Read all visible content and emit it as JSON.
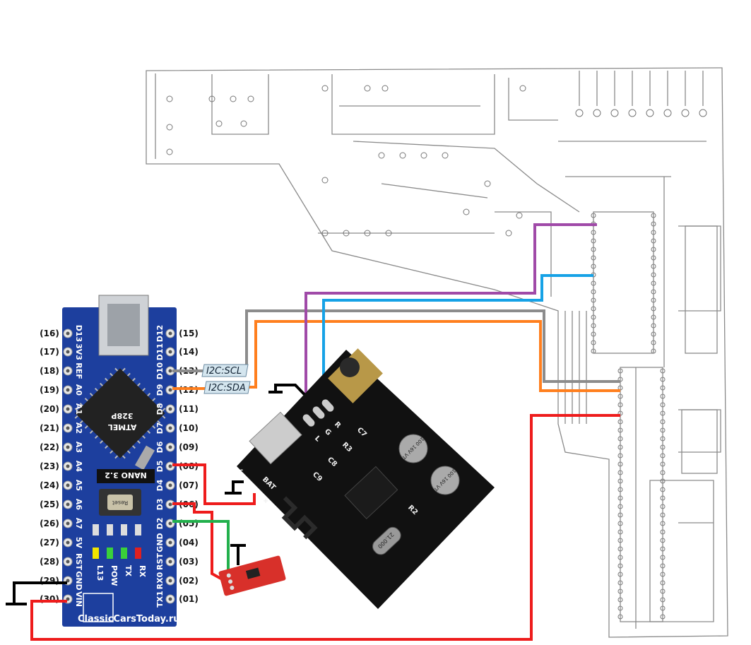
{
  "arduino": {
    "model_label": "NANO 3.2",
    "chip_label_1": "ATMEL",
    "chip_label_2": "328P",
    "reset_label": "Reset",
    "leds": [
      "L13",
      "POW",
      "TX",
      "RX"
    ],
    "led_colors": [
      "#f2e600",
      "#3ad13a",
      "#3ad13a",
      "#e02020"
    ],
    "left_pins": [
      {
        "label": "D13",
        "num": "(16)"
      },
      {
        "label": "3V3",
        "num": "(17)"
      },
      {
        "label": "REF",
        "num": "(18)"
      },
      {
        "label": "A0",
        "num": "(19)"
      },
      {
        "label": "A1",
        "num": "(20)"
      },
      {
        "label": "A2",
        "num": "(21)"
      },
      {
        "label": "A3",
        "num": "(22)"
      },
      {
        "label": "A4",
        "num": "(23)"
      },
      {
        "label": "A5",
        "num": "(24)"
      },
      {
        "label": "A6",
        "num": "(25)"
      },
      {
        "label": "A7",
        "num": "(26)"
      },
      {
        "label": "5V",
        "num": "(27)"
      },
      {
        "label": "RST",
        "num": "(28)"
      },
      {
        "label": "GND",
        "num": "(29)"
      },
      {
        "label": "VIN",
        "num": "(30)"
      }
    ],
    "right_pins": [
      {
        "label": "D12",
        "num": "(15)"
      },
      {
        "label": "D11",
        "num": "(14)"
      },
      {
        "label": "D10",
        "num": "(13)"
      },
      {
        "label": "D9",
        "num": "(12)"
      },
      {
        "label": "D8",
        "num": "(11)"
      },
      {
        "label": "D7",
        "num": "(10)"
      },
      {
        "label": "D6",
        "num": "(09)"
      },
      {
        "label": "D5",
        "num": "(08)"
      },
      {
        "label": "D4",
        "num": "(07)"
      },
      {
        "label": "D3",
        "num": "(06)"
      },
      {
        "label": "D2",
        "num": "(05)"
      },
      {
        "label": "GND",
        "num": "(04)"
      },
      {
        "label": "RST",
        "num": "(03)"
      },
      {
        "label": "RX0",
        "num": "(02)"
      },
      {
        "label": "TX1",
        "num": "(01)"
      }
    ],
    "watermark": "ClassicCarsToday.ru"
  },
  "i2c_labels": {
    "scl": "I2C:SCL",
    "sda": "I2C:SDA"
  },
  "bt_module": {
    "watermark": "ClassicCarsToday.ru",
    "audio_pins": [
      "R",
      "G",
      "L"
    ],
    "bat_label": "BAT",
    "plus": "+",
    "minus": "-",
    "components": [
      "C7",
      "R3",
      "C8",
      "C9",
      "R2"
    ],
    "capacitor_label": "100 16V VT",
    "crystal_label": "21.000"
  },
  "wire_colors": {
    "scl": "#8c8c8c",
    "sda": "#ff7f1e",
    "power": "#ee1c1c",
    "ground": "#000000",
    "audio_left": "#a04aa8",
    "audio_right": "#16a2e6",
    "signal_d2": "#22b04c"
  }
}
